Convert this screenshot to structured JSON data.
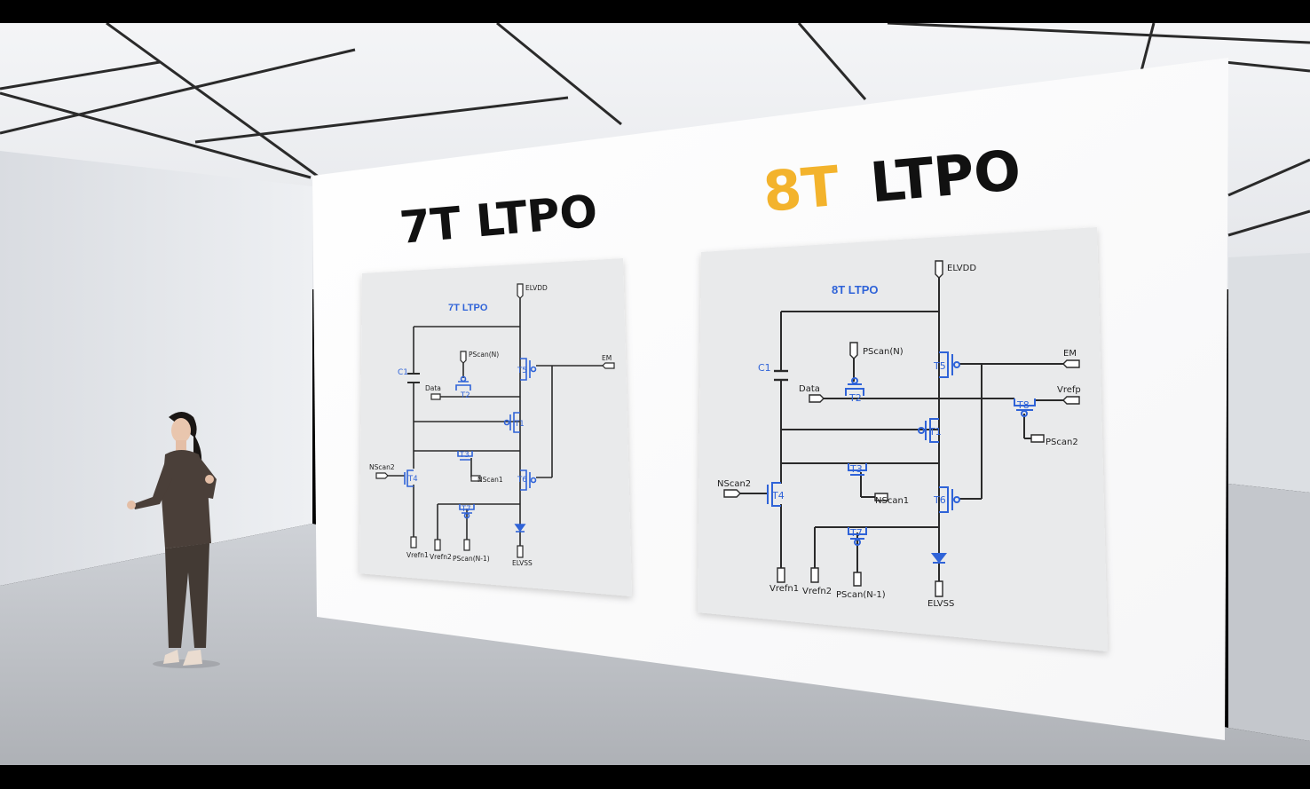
{
  "left_panel": {
    "heading": "7T LTPO",
    "diagram_title": "7T LTPO",
    "labels": {
      "elvdd": "ELVDD",
      "em": "EM",
      "c1": "C1",
      "pscan_n": "PScan(N)",
      "data": "Data",
      "t1": "T1",
      "t2": "T2",
      "t3": "T3",
      "t4": "T4",
      "t5": "T5",
      "t6": "T6",
      "t7": "T7",
      "nscan1": "NScan1",
      "nscan2": "NScan2",
      "vrefn1": "Vrefn1",
      "vrefn2": "Vrefn2",
      "pscan_n_1": "PScan(N-1)",
      "elvss": "ELVSS"
    }
  },
  "right_panel": {
    "heading_accent": "8T",
    "heading_rest": "LTPO",
    "diagram_title": "8T LTPO",
    "labels": {
      "elvdd": "ELVDD",
      "em": "EM",
      "vrefp": "Vrefp",
      "pscan2": "PScan2",
      "c1": "C1",
      "pscan_n": "PScan(N)",
      "data": "Data",
      "t1": "T1",
      "t2": "T2",
      "t3": "T3",
      "t4": "T4",
      "t5": "T5",
      "t6": "T6",
      "t7": "T7",
      "t8": "T8",
      "nscan1": "NScan1",
      "nscan2": "NScan2",
      "vrefn1": "Vrefn1",
      "vrefn2": "Vrefn2",
      "pscan_n_1": "PScan(N-1)",
      "elvss": "ELVSS"
    }
  },
  "colors": {
    "accent": "#f3b32c",
    "heading": "#111111",
    "transistor_blue": "#2f63d8",
    "wire": "#2a2a2a",
    "panel": "#e9eaeb"
  }
}
